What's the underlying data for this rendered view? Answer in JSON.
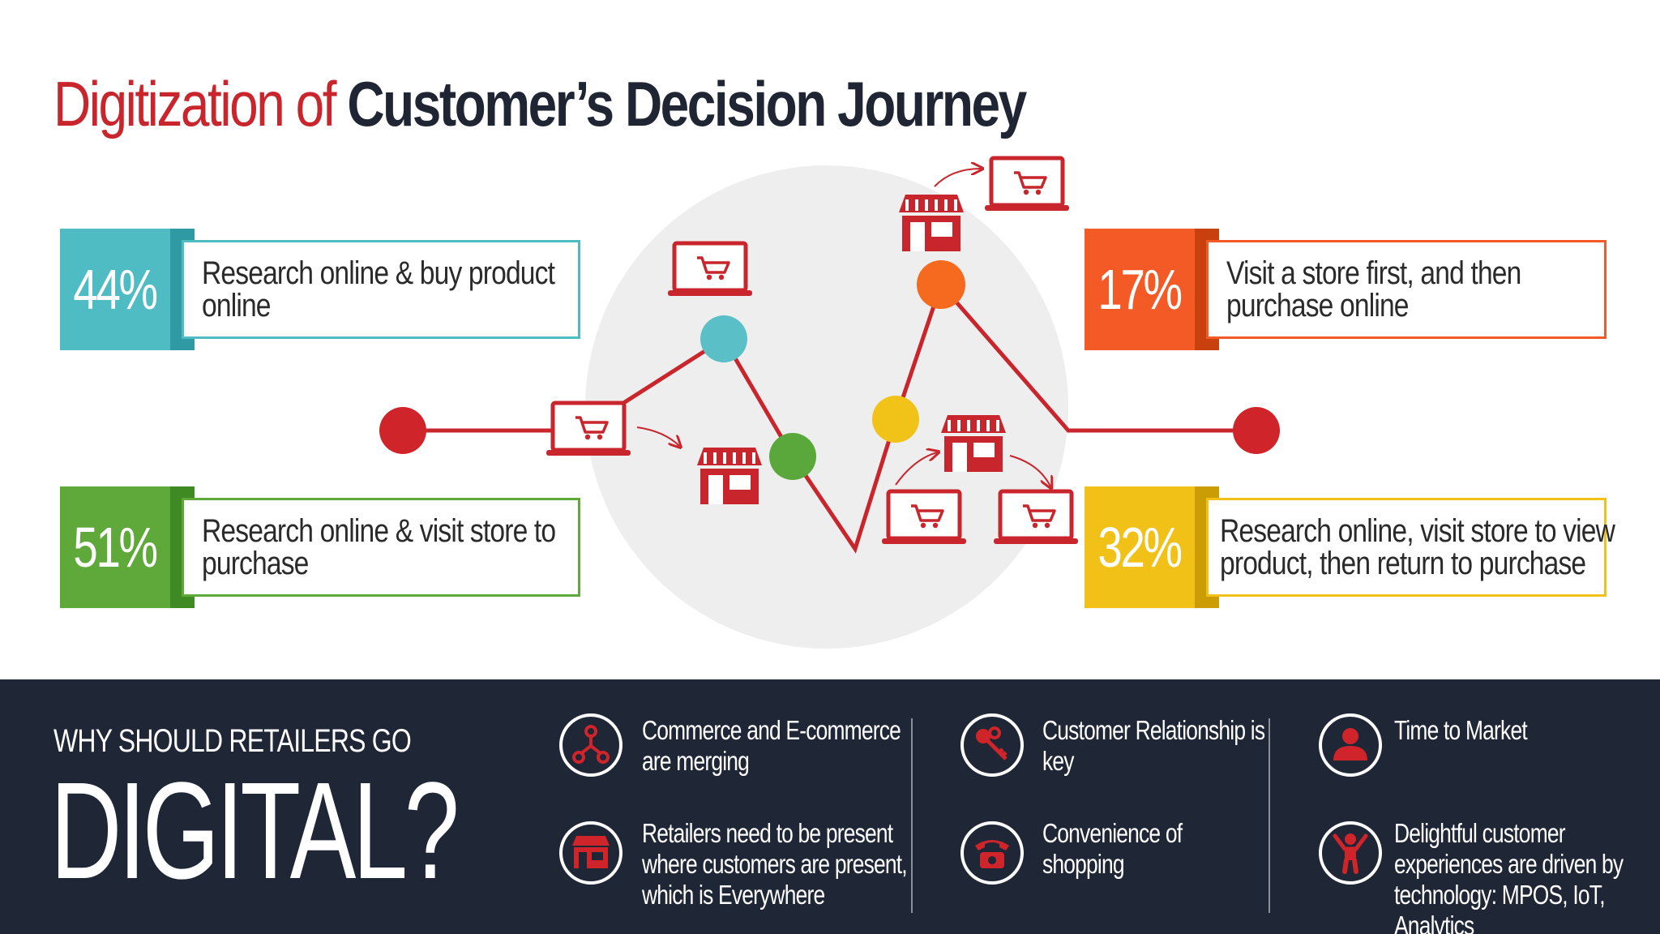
{
  "title": {
    "prefix": "Digitization of",
    "main": "Customer’s Decision Journey"
  },
  "stats": [
    {
      "value": "44%",
      "line1": "Research online & buy product",
      "line2": "online",
      "color": "#4fbcc4",
      "fold": "#2f9aa3"
    },
    {
      "value": "51%",
      "line1": "Research online & visit store to",
      "line2": "purchase",
      "color": "#5fa83a",
      "fold": "#3f8a22"
    },
    {
      "value": "17%",
      "line1": "Visit a store first, and then",
      "line2": "purchase online",
      "color": "#f45a26",
      "fold": "#c9400f"
    },
    {
      "value": "32%",
      "line1": "Research online, visit store to view",
      "line2": "product, then return to purchase",
      "color": "#f2c118",
      "fold": "#cc9c05"
    }
  ],
  "colors": {
    "brand_red": "#c8252c",
    "dark": "#1f2635",
    "circle_bg": "#eeeeee"
  },
  "bottom": {
    "why": "WHY SHOULD RETAILERS GO",
    "digital": "DIGITAL?",
    "features": [
      {
        "icon": "network-nodes-icon",
        "lines": [
          "Commerce and E-commerce",
          "are merging"
        ]
      },
      {
        "icon": "storefront-icon",
        "lines": [
          "Retailers need to be present",
          "where customers are present,",
          "which is Everywhere"
        ]
      },
      {
        "icon": "keys-icon",
        "lines": [
          "Customer Relationship is",
          "key"
        ]
      },
      {
        "icon": "telephone-icon",
        "lines": [
          "Convenience of",
          "shopping"
        ]
      },
      {
        "icon": "person-icon",
        "lines": [
          "Time to Market"
        ]
      },
      {
        "icon": "cheering-person-icon",
        "lines": [
          "Delightful  customer",
          "experiences are driven by",
          "technology: MPOS, IoT,",
          "Analytics"
        ]
      }
    ]
  }
}
